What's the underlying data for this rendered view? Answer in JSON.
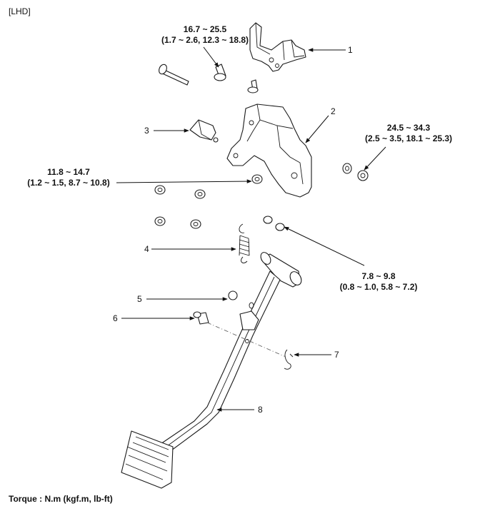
{
  "header": {
    "variant": "[LHD]"
  },
  "torques": [
    {
      "value": "16.7 ~ 25.5",
      "units": "(1.7 ~ 2.6, 12.3 ~ 18.8)"
    },
    {
      "value": "24.5 ~ 34.3",
      "units": "(2.5 ~ 3.5, 18.1 ~ 25.3)"
    },
    {
      "value": "11.8 ~ 14.7",
      "units": "(1.2 ~ 1.5, 8.7 ~ 10.8)"
    },
    {
      "value": "7.8 ~ 9.8",
      "units": "(0.8 ~ 1.0, 5.8 ~ 7.2)"
    }
  ],
  "callouts": [
    "1",
    "2",
    "3",
    "4",
    "5",
    "6",
    "7",
    "8"
  ],
  "footer": {
    "torque_units_note": "Torque : N.m (kgf.m, lb-ft)"
  }
}
